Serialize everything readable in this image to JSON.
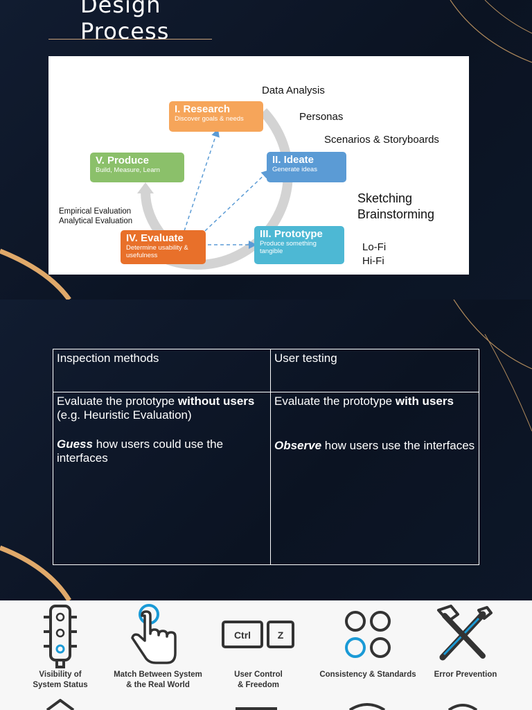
{
  "slide1": {
    "title_line1": "Design",
    "title_line2": "Process",
    "diagram": {
      "steps": [
        {
          "title": "I. Research",
          "desc": "Discover goals & needs",
          "color": "#f6a55a"
        },
        {
          "title": "II. Ideate",
          "desc": "Generate ideas",
          "color": "#5b9bd5"
        },
        {
          "title": "III. Prototype",
          "desc": "Produce something tangible",
          "color": "#4db8d4"
        },
        {
          "title": "IV. Evaluate",
          "desc": "Determine usability & usefulness",
          "color": "#e8702a"
        },
        {
          "title": "V. Produce",
          "desc": "Build, Measure, Learn",
          "color": "#8bc06a"
        }
      ],
      "labels": {
        "data_analysis": "Data Analysis",
        "personas": "Personas",
        "scenarios": "Scenarios & Storyboards",
        "sketching": "Sketching",
        "brainstorming": "Brainstorming",
        "lofi": "Lo-Fi",
        "hifi": "Hi-Fi",
        "empirical": "Empirical Evaluation",
        "analytical": "Analytical Evaluation"
      }
    }
  },
  "slide2": {
    "table": {
      "col1_header": "Inspection methods",
      "col2_header": "User testing",
      "col1_body": {
        "pre": "Evaluate the prototype ",
        "bold": "without users",
        "post": " (e.g. Heuristic Evaluation)",
        "guess_bold": "Guess",
        "guess_rest": " how users could use the interfaces"
      },
      "col2_body": {
        "pre": "Evaluate the prototype ",
        "bold": "with users",
        "observe_bold": "Observe",
        "observe_rest": " how users use the interfaces"
      }
    }
  },
  "slide3": {
    "heuristics": [
      {
        "label_line1": "Visibility of",
        "label_line2": "System Status",
        "icon": "traffic-light-icon"
      },
      {
        "label_line1": "Match Between System",
        "label_line2": "& the Real World",
        "icon": "pointing-hand-icon"
      },
      {
        "label_line1": "User Control",
        "label_line2": "& Freedom",
        "icon": "ctrl-z-keys-icon"
      },
      {
        "label_line1": "Consistency & Standards",
        "label_line2": "",
        "icon": "circles-grid-icon"
      },
      {
        "label_line1": "Error Prevention",
        "label_line2": "",
        "icon": "crossed-tools-icon"
      }
    ],
    "keys": {
      "ctrl": "Ctrl",
      "z": "Z"
    },
    "accent": "#1a9ad6"
  }
}
